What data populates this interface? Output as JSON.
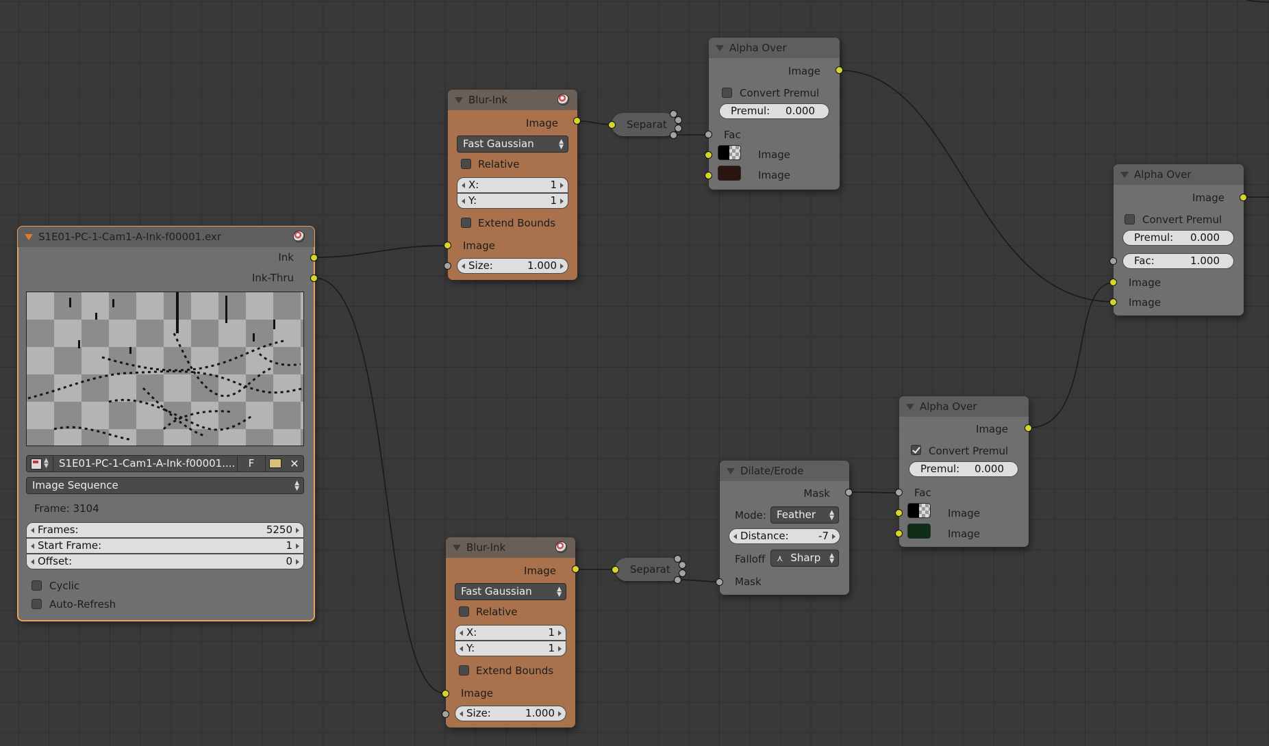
{
  "image_node": {
    "title": "S1E01-PC-1-Cam1-A-Ink-f00001.exr",
    "outputs": [
      "Ink",
      "Ink-Thru"
    ],
    "file_name": "S1E01-PC-1-Cam1-A-Ink-f00001....",
    "fake_user_label": "F",
    "source": "Image Sequence",
    "frame_text": "Frame: 3104",
    "frames_label": "Frames:",
    "frames_value": "5250",
    "start_label": "Start Frame:",
    "start_value": "1",
    "offset_label": "Offset:",
    "offset_value": "0",
    "cyclic_label": "Cyclic",
    "autorefresh_label": "Auto-Refresh"
  },
  "blur_top": {
    "title": "Blur-Ink",
    "output": "Image",
    "filter": "Fast Gaussian",
    "relative_label": "Relative",
    "x_label": "X:",
    "x_value": "1",
    "y_label": "Y:",
    "y_value": "1",
    "extend_label": "Extend Bounds",
    "input": "Image",
    "size_label": "Size:",
    "size_value": "1.000"
  },
  "blur_bottom": {
    "title": "Blur-Ink",
    "output": "Image",
    "filter": "Fast Gaussian",
    "relative_label": "Relative",
    "x_label": "X:",
    "x_value": "1",
    "y_label": "Y:",
    "y_value": "1",
    "extend_label": "Extend Bounds",
    "input": "Image",
    "size_label": "Size:",
    "size_value": "1.000"
  },
  "separate_top": {
    "label": "Separat"
  },
  "separate_bottom": {
    "label": "Separat"
  },
  "alpha_top": {
    "title": "Alpha Over",
    "output": "Image",
    "convert_label": "Convert Premul",
    "premul_label": "Premul:",
    "premul_value": "0.000",
    "fac_label": "Fac",
    "input1": "Image",
    "input2": "Image",
    "swatch2_color": "#2a1510"
  },
  "alpha_right": {
    "title": "Alpha Over",
    "output": "Image",
    "convert_label": "Convert Premul",
    "premul_label": "Premul:",
    "premul_value": "0.000",
    "fac_label": "Fac:",
    "fac_value": "1.000",
    "input1": "Image",
    "input2": "Image"
  },
  "alpha_mid": {
    "title": "Alpha Over",
    "output": "Image",
    "convert_label": "Convert Premul",
    "premul_label": "Premul:",
    "premul_value": "0.000",
    "fac_label": "Fac",
    "input1": "Image",
    "input2": "Image",
    "swatch2_color": "#0f2d14"
  },
  "dilate": {
    "title": "Dilate/Erode",
    "output": "Mask",
    "mode_label": "Mode:",
    "mode_value": "Feather",
    "distance_label": "Distance:",
    "distance_value": "-7",
    "falloff_label": "Falloff",
    "falloff_value": "Sharp",
    "input": "Mask"
  },
  "colors": {
    "socket_image": "#d4d62e",
    "socket_value": "#a3a3a3",
    "node_orange": "#a9714c",
    "node_gray": "#6f6f6f",
    "selection": "#e8a25e"
  }
}
